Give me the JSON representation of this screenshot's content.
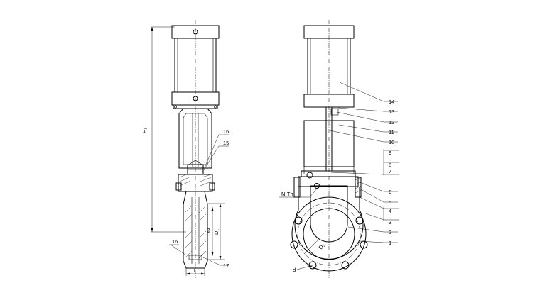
{
  "colors": {
    "line": "#000000",
    "background": "#ffffff"
  },
  "labels": {
    "left": {
      "dim_h1": "H₁",
      "dim_dn": "DN",
      "dim_d1": "D₁",
      "dim_l": "L",
      "part_15": "15",
      "part_16_top": "16",
      "part_16_bottom": "16",
      "part_17": "17"
    },
    "right": {
      "n_th": "N-Th",
      "d_small": "d",
      "d_bolt": "D₂",
      "part_1": "1",
      "part_2": "2",
      "part_3": "3",
      "part_4": "4",
      "part_5": "5",
      "part_6": "6",
      "part_7": "7",
      "part_8": "8",
      "part_9": "9",
      "part_10": "10",
      "part_11": "11",
      "part_12": "12",
      "part_13": "13",
      "part_14": "14"
    }
  }
}
